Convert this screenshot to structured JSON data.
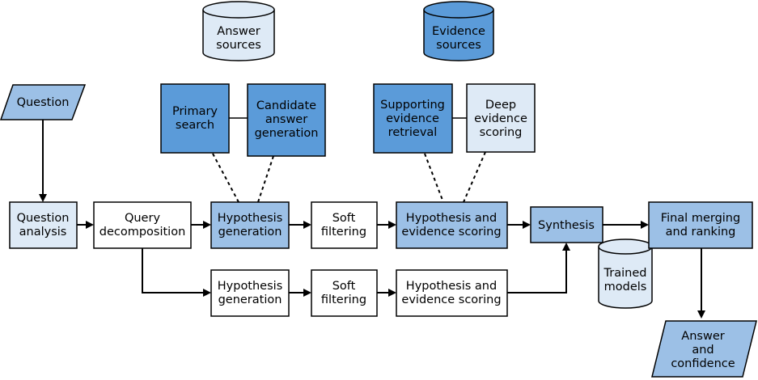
{
  "colors": {
    "white": "#ffffff",
    "light_blue": "#deeaf6",
    "mid_blue": "#9cc0e6",
    "dark_blue": "#5b9bd9",
    "outline": "#000000"
  },
  "nodes": {
    "answer_sources": [
      "Answer",
      "sources"
    ],
    "evidence_sources": [
      "Evidence",
      "sources"
    ],
    "question": [
      "Question"
    ],
    "primary_search": [
      "Primary",
      "search"
    ],
    "candidate_answer_generation": [
      "Candidate",
      "answer",
      "generation"
    ],
    "supporting_evidence_retrieval": [
      "Supporting",
      "evidence",
      "retrieval"
    ],
    "deep_evidence_scoring": [
      "Deep",
      "evidence",
      "scoring"
    ],
    "question_analysis": [
      "Question",
      "analysis"
    ],
    "query_decomposition": [
      "Query",
      "decomposition"
    ],
    "hypothesis_generation_top": [
      "Hypothesis",
      "generation"
    ],
    "soft_filtering_top": [
      "Soft",
      "filtering"
    ],
    "hypothesis_evidence_scoring_top": [
      "Hypothesis and",
      "evidence scoring"
    ],
    "synthesis": [
      "Synthesis"
    ],
    "final_merging_ranking": [
      "Final merging",
      "and ranking"
    ],
    "trained_models": [
      "Trained",
      "models"
    ],
    "hypothesis_generation_bottom": [
      "Hypothesis",
      "generation"
    ],
    "soft_filtering_bottom": [
      "Soft",
      "filtering"
    ],
    "hypothesis_evidence_scoring_bottom": [
      "Hypothesis and",
      "evidence scoring"
    ],
    "answer_confidence": [
      "Answer",
      "and",
      "confidence"
    ]
  }
}
